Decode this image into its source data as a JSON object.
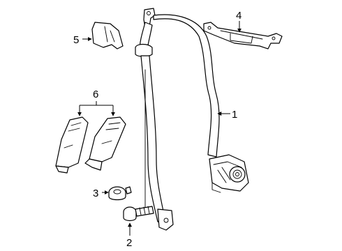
{
  "colors": {
    "line": "#000000",
    "background": "#ffffff"
  },
  "callouts": {
    "c1": "1",
    "c2": "2",
    "c3": "3",
    "c4": "4",
    "c5": "5",
    "c6": "6"
  }
}
